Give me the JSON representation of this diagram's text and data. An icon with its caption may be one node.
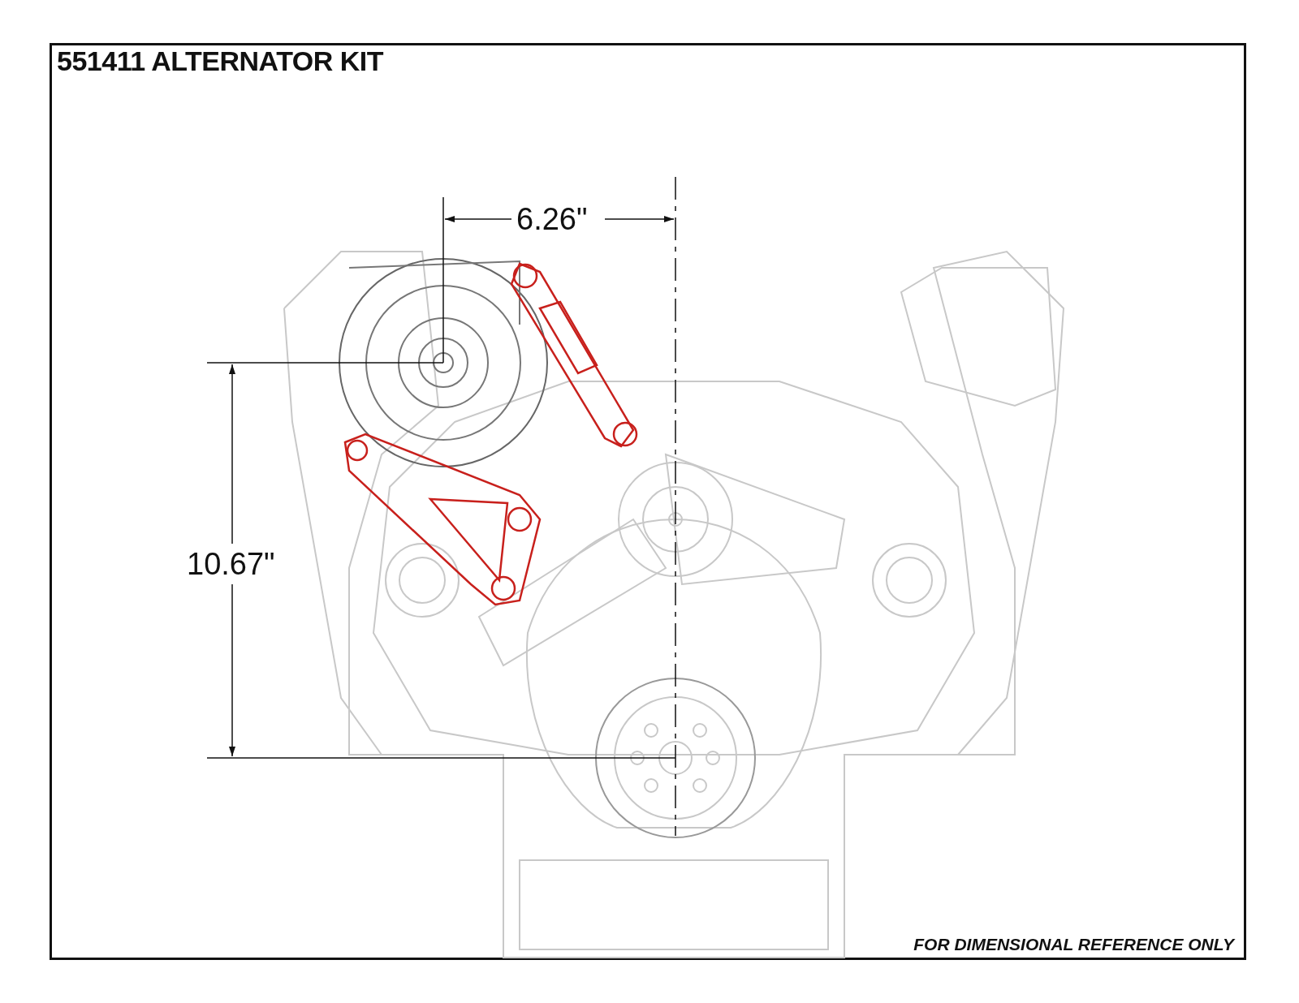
{
  "diagram": {
    "title": "551411 ALTERNATOR KIT",
    "labels": [
      "6.26\"",
      "10.67\"",
      "FOR DIMENSIONAL REFERENCE ONLY"
    ]
  }
}
